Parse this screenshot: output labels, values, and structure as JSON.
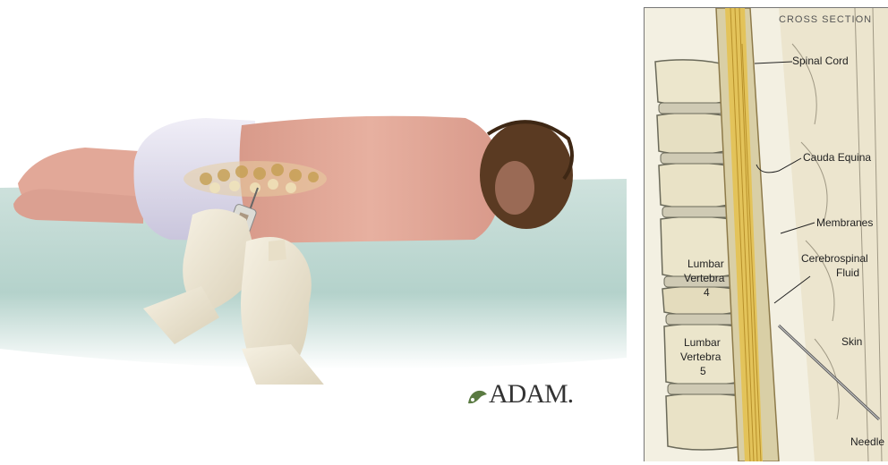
{
  "brand": {
    "logo_text": "ADAM."
  },
  "cross_section": {
    "title": "CROSS SECTION",
    "labels": {
      "spinal_cord": "Spinal Cord",
      "cauda_equina": "Cauda Equina",
      "membranes": "Membranes",
      "csf_line1": "Cerebrospinal",
      "csf_line2": "Fluid",
      "skin": "Skin",
      "needle": "Needle",
      "l4_line1": "Lumbar",
      "l4_line2": "Vertebra",
      "l4_line3": "4",
      "l5_line1": "Lumbar",
      "l5_line2": "Vertebra",
      "l5_line3": "5"
    }
  },
  "colors": {
    "sheet": "#bfd8d2",
    "skin": "#e2a99a",
    "diaper": "#dcd9ea",
    "hair": "#5a3a22",
    "glove": "#efe7d4",
    "cord": "#e3c35a",
    "bone": "#ebe6cf"
  }
}
